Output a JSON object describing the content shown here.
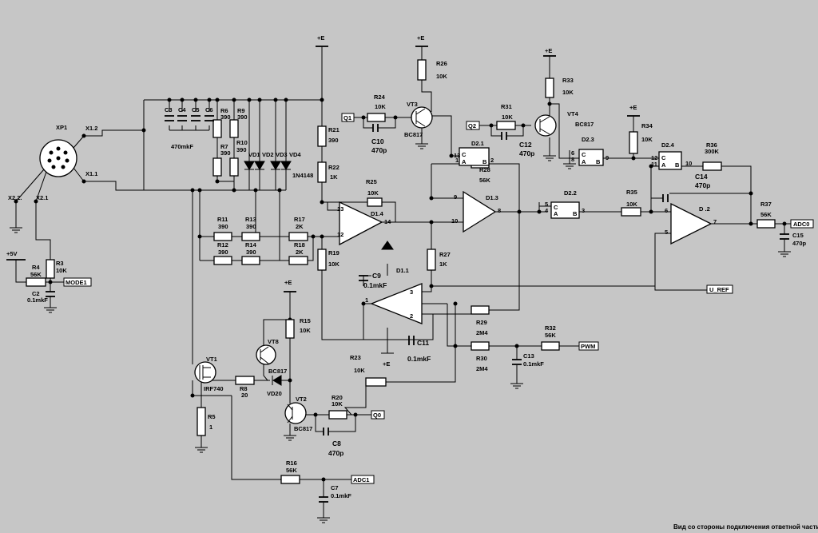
{
  "power": {
    "vcc": "+E",
    "v5": "+5V"
  },
  "connector": {
    "name": "XP1",
    "pins": [
      "X1.2",
      "X1.1",
      "X2.2.",
      "X2.1"
    ]
  },
  "capacitors": {
    "c3": "C3",
    "c4": "C4",
    "c5": "C5",
    "c6": "C6",
    "c3_value": "470mkF",
    "c2": "C2",
    "c2_value": "0.1mkF",
    "c7": "C7",
    "c7_value": "0.1mkF",
    "c8": "C8",
    "c8_value": "470p",
    "c9": "C9",
    "c9_value": "0.1mkF",
    "c10": "C10",
    "c10_value": "470p",
    "c11": "C11",
    "c11_value": "0.1mkF",
    "c12": "C12",
    "c12_value": "470p",
    "c13": "C13",
    "c13_value": "0.1mkF",
    "c14": "C14",
    "c14_value": "470p",
    "c15": "C15",
    "c15_value": "470p"
  },
  "resistors": {
    "r3": "R3",
    "r3_value": "10K",
    "r4": "R4",
    "r4_value": "56K",
    "r5": "R5",
    "r5_value": "1",
    "r6": "R6",
    "r6_value": "390",
    "r7": "R7",
    "r7_value": "390",
    "r8": "R8",
    "r8_value": "20",
    "r9": "R9",
    "r9_value": "390",
    "r10": "R10",
    "r10_value": "390",
    "r11": "R11",
    "r11_value": "390",
    "r12": "R12",
    "r12_value": "390",
    "r13": "R13",
    "r13_value": "390",
    "r14": "R14",
    "r14_value": "390",
    "r15": "R15",
    "r15_value": "10K",
    "r16": "R16",
    "r16_value": "56K",
    "r17": "R17",
    "r17_value": "2K",
    "r18": "R18",
    "r18_value": "2K",
    "r19": "R19",
    "r19_value": "10K",
    "r20": "R20",
    "r20_value": "10K",
    "r21": "R21",
    "r21_value": "390",
    "r22": "R22",
    "r22_value": "1K",
    "r23": "R23",
    "r23_value": "10K",
    "r24": "R24",
    "r24_value": "10K",
    "r25": "R25",
    "r25_value": "10K",
    "r26": "R26",
    "r26_value": "10K",
    "r27": "R27",
    "r27_value": "1K",
    "r28": "R28",
    "r28_value": "56K",
    "r29": "R29",
    "r29_value": "2M4",
    "r30": "R30",
    "r30_value": "2M4",
    "r31": "R31",
    "r31_value": "10K",
    "r32": "R32",
    "r32_value": "56K",
    "r33": "R33",
    "r33_value": "10K",
    "r34": "R34",
    "r34_value": "10K",
    "r35": "R35",
    "r35_value": "10K",
    "r36": "R36",
    "r36_value": "300K",
    "r37": "R37",
    "r37_value": "56K"
  },
  "diodes": {
    "vd1": "VD1",
    "vd2": "VD2",
    "vd3": "VD3",
    "vd4": "VD4",
    "vd_type": "1N4148",
    "vd20": "VD20"
  },
  "transistors": {
    "vt1": "VT1",
    "vt1_type": "IRF740",
    "vt2": "VT2",
    "vt2_type": "BC817",
    "vt3": "VT3",
    "vt3_type": "BC817",
    "vt4": "VT4",
    "vt4_type": "BC817",
    "vt8": "VT8",
    "vt8_type": "BC817"
  },
  "ics": {
    "d1_1": "D1.1",
    "d1_3": "D1.3",
    "d1_4": "D1.4",
    "d2_1": "D2.1",
    "d2_2": "D2.2",
    "d2_3": "D2.3",
    "d2_4": "D2.4",
    "d_2": "D  .2"
  },
  "pins": {
    "p1": "1",
    "p2": "2",
    "p3": "3",
    "p4": "4",
    "p5": "5",
    "p6": "6",
    "p7": "7",
    "p8": "8",
    "p9": "9",
    "p10": "10",
    "p11": "11",
    "p12": "12",
    "p13": "13",
    "p14": "14",
    "a": "A",
    "b": "B",
    "c": "C"
  },
  "signals": {
    "q0": "Q0",
    "q1": "Q1",
    "q2": "Q2",
    "mode1": "MODE1",
    "adc0": "ADC0",
    "adc1": "ADC1",
    "pwm": "PWM",
    "u_ref": "U_REF"
  },
  "footer_note": "Вид со стороны подключения ответной части"
}
